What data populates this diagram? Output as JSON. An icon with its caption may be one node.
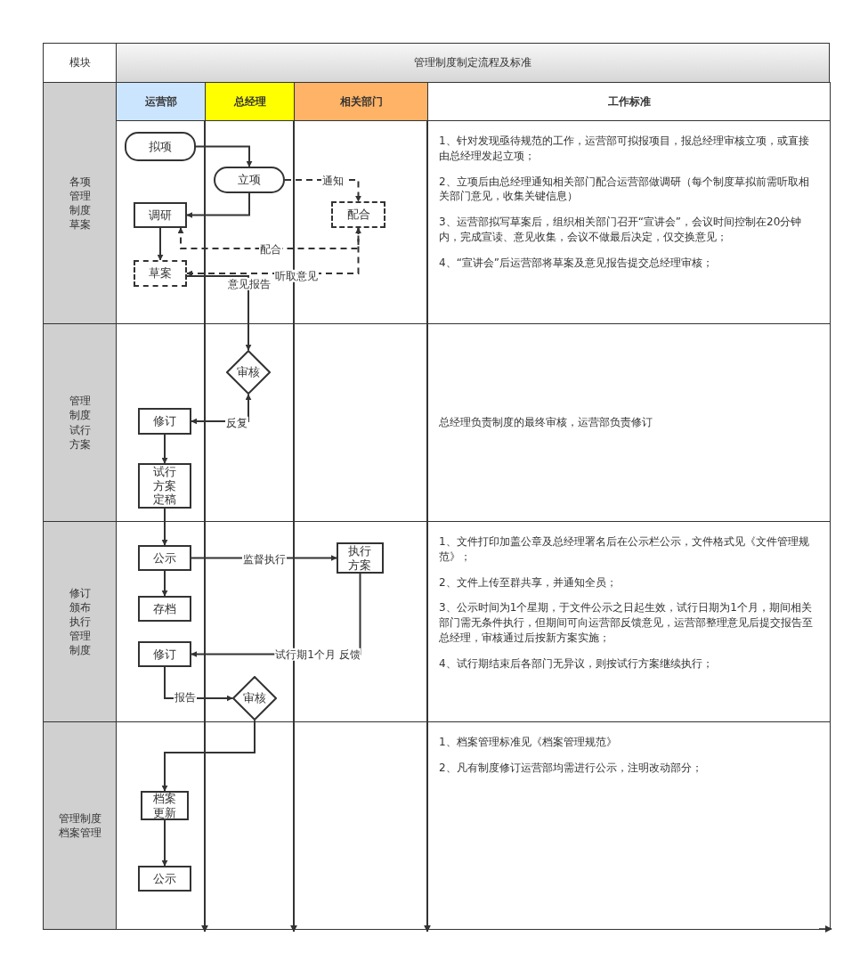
{
  "diagram": {
    "title": "管理制度制定流程及标准",
    "nodes": [
      {
        "text": [
          "拟项"
        ]
      },
      {
        "text": [
          "立项"
        ]
      },
      {
        "text": [
          "调研"
        ]
      },
      {
        "text": [
          "配合"
        ]
      },
      {
        "text": [
          "草案"
        ]
      },
      {
        "text": [
          "审核"
        ]
      },
      {
        "text": [
          "修订"
        ]
      },
      {
        "text": [
          "试行方案定稿"
        ]
      },
      {
        "text": [
          "公示"
        ]
      },
      {
        "text": [
          "执行方案"
        ]
      },
      {
        "text": [
          "存档"
        ]
      },
      {
        "text": [
          "修订"
        ]
      },
      {
        "text": [
          "审核"
        ]
      },
      {
        "text": [
          "档案更新"
        ]
      },
      {
        "text": [
          "公示"
        ]
      }
    ],
    "edges": [
      {
        "from": 0,
        "to": 1,
        "arrow": "to"
      },
      {
        "from": 1,
        "to": 2,
        "arrow": "to"
      },
      {
        "from": 1,
        "to": 3,
        "arrow": "to",
        "label": "通知",
        "style": "dashed"
      },
      {
        "from": 2,
        "to": 4,
        "arrow": "to"
      },
      {
        "from": 3,
        "to": 2,
        "arrow": "to",
        "label": "配合",
        "style": "dashed"
      },
      {
        "from": 4,
        "to": 3,
        "arrow": "both",
        "label": "听取意见",
        "style": "dashed"
      },
      {
        "from": 4,
        "to": 5,
        "arrow": "to",
        "label": "意见报告"
      },
      {
        "from": 5,
        "to": 6,
        "arrow": "both",
        "label": "反复"
      },
      {
        "from": 6,
        "to": 7,
        "arrow": "to"
      },
      {
        "from": 7,
        "to": 8,
        "arrow": "to"
      },
      {
        "from": 8,
        "to": 9,
        "arrow": "to",
        "label": "监督执行"
      },
      {
        "from": 8,
        "to": 10,
        "arrow": "to"
      },
      {
        "from": 9,
        "to": 11,
        "arrow": "to",
        "label": "试行期1个月 反馈"
      },
      {
        "from": 11,
        "to": 12,
        "arrow": "to",
        "label": "报告"
      },
      {
        "from": 12,
        "to": 13,
        "arrow": "to"
      },
      {
        "from": 13,
        "to": 14,
        "arrow": "to"
      }
    ],
    "labels": [
      "模块",
      "运营部",
      "总经理",
      "相关部门",
      "工作标准",
      "各项管理制度草案",
      "1、针对发现亟待规范的工作，运营部可拟报项目，报总经理审核立项，或直接由总经理发起立项；",
      "2、立项后由总经理通知相关部门配合运营部做调研（每个制度草拟前需听取相关部门意见，收集关键信息）",
      "3、运营部拟写草案后，组织相关部门召开“宣讲会”，会议时间控制在20分钟内，完成宣读、意见收集，会议不做最后决定，仅交换意见；",
      "4、“宣讲会”后运营部将草案及意见报告提交总经理审核；",
      "管理制度试行方案",
      "总经理负责制度的最终审核，运营部负责修订",
      "修订颁布执行管理制度",
      "1、文件打印加盖公章及总经理署名后在公示栏公示，文件格式见《文件管理规范》；",
      "2、文件上传至群共享，并通知全员；",
      "3、公示时间为1个星期，于文件公示之日起生效，试行日期为1个月，期间相关部门需无条件执行，但期间可向运营部反馈意见，运营部整理意见后提交报告至总经理，审核通过后按新方案实施；",
      "4、试行期结束后各部门无异议，则按试行方案继续执行；",
      "管理制度档案管理",
      "1、档案管理标准见《档案管理规范》",
      "2、凡有制度修订运营部均需进行公示，注明改动部分；"
    ]
  }
}
